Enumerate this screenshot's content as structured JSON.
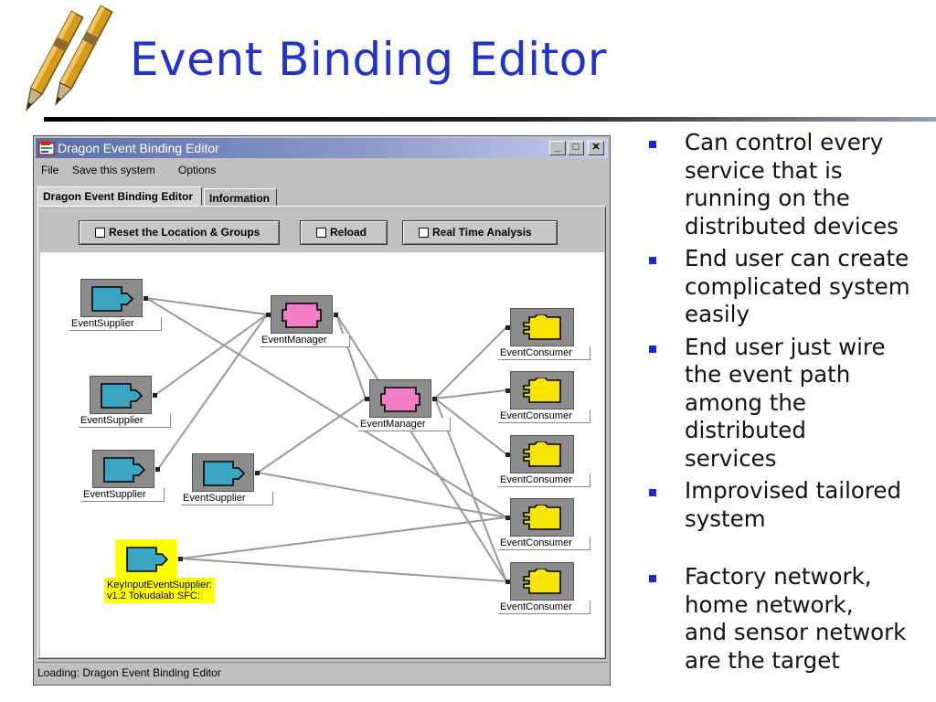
{
  "slide": {
    "title": "Event Binding Editor",
    "bullets": [
      "Can control every\nservice that is\nrunning on the\ndistributed devices",
      "End user can create\ncomplicated system\neasily",
      "End user just wire\nthe event path\namong the\ndistributed\nservices",
      "Improvised tailored\nsystem",
      "Factory network,\nhome network,\nand sensor network\nare the target"
    ],
    "bullet_color": "#1a2ac8",
    "title_color": "#2233cc"
  },
  "window": {
    "title": "Dragon Event Binding Editor",
    "minimize_glyph": "_",
    "maximize_glyph": "□",
    "close_glyph": "✕",
    "menu": [
      "File",
      "Save this system",
      "Options"
    ],
    "tabs": [
      "Dragon Event Binding Editor",
      "Information"
    ],
    "active_tab": "Dragon Event Binding Editor",
    "toolbar": {
      "reset_label": "Reset the Location & Groups",
      "reload_label": "Reload",
      "analysis_label": "Real Time Analysis"
    },
    "status": "Loading: Dragon Event Binding Editor"
  },
  "graph": {
    "colors": {
      "supplier": "#3aa6c4",
      "manager": "#f27fc6",
      "consumer": "#f7e400",
      "key_supplier_bg": "#ffff00",
      "wire": "#999999"
    },
    "nodes": {
      "s1": {
        "label": "EventSupplier",
        "kind": "supplier"
      },
      "s2": {
        "label": "EventSupplier",
        "kind": "supplier"
      },
      "s3": {
        "label": "EventSupplier",
        "kind": "supplier"
      },
      "s4": {
        "label": "EventSupplier",
        "kind": "supplier"
      },
      "m1": {
        "label": "EventManager",
        "kind": "manager"
      },
      "m2": {
        "label": "EventManager",
        "kind": "manager"
      },
      "c1": {
        "label": "EventConsumer",
        "kind": "consumer"
      },
      "c2": {
        "label": "EventConsumer",
        "kind": "consumer"
      },
      "c3": {
        "label": "EventConsumer",
        "kind": "consumer"
      },
      "c4": {
        "label": "EventConsumer",
        "kind": "consumer"
      },
      "c5": {
        "label": "EventConsumer",
        "kind": "consumer"
      },
      "k1": {
        "label": "KeyInputEventSupplier:\nv1.2 Tokudalab SFC:",
        "kind": "key-supplier"
      }
    },
    "edges": [
      [
        "s1",
        "m1"
      ],
      [
        "s1",
        "c4"
      ],
      [
        "s2",
        "m1"
      ],
      [
        "s3",
        "m1"
      ],
      [
        "m1",
        "m2"
      ],
      [
        "s4",
        "m2"
      ],
      [
        "s4",
        "c4"
      ],
      [
        "m2",
        "c1"
      ],
      [
        "m2",
        "c2"
      ],
      [
        "m2",
        "c3"
      ],
      [
        "m2",
        "c5"
      ],
      [
        "m1",
        "c5"
      ],
      [
        "k1",
        "c4"
      ],
      [
        "k1",
        "c5"
      ]
    ]
  }
}
